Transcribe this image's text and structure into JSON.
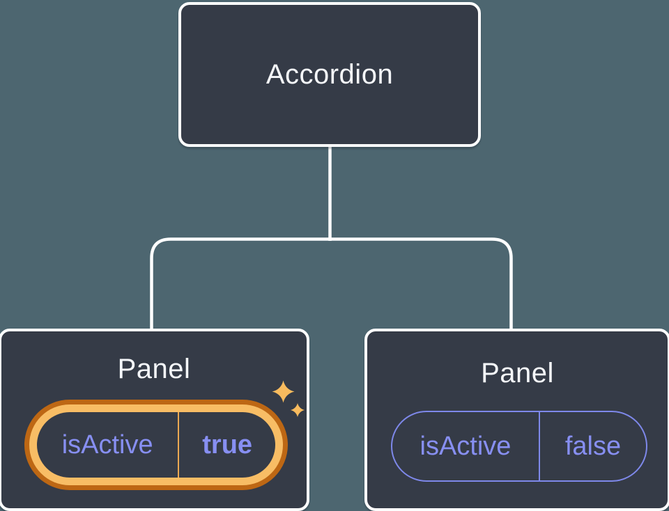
{
  "tree": {
    "root": {
      "label": "Accordion"
    },
    "children": [
      {
        "title": "Panel",
        "prop_name": "isActive",
        "prop_value": "true",
        "state": "active",
        "decoration": "sparkles-icon"
      },
      {
        "title": "Panel",
        "prop_name": "isActive",
        "prop_value": "false",
        "state": "inactive"
      }
    ]
  },
  "colors": {
    "background": "#4d6670",
    "node_fill": "#353b47",
    "node_border": "#ffffff",
    "connector_line": "#ffffff",
    "title_text": "#f5f7fa",
    "prop_text": "#878ff2",
    "inactive_pill_border": "#7e88ea",
    "active_ring_outer": "#bd6714",
    "active_ring_inner": "#f8bd65",
    "active_divider": "#eda951",
    "sparkle": "#f8bb5e"
  }
}
